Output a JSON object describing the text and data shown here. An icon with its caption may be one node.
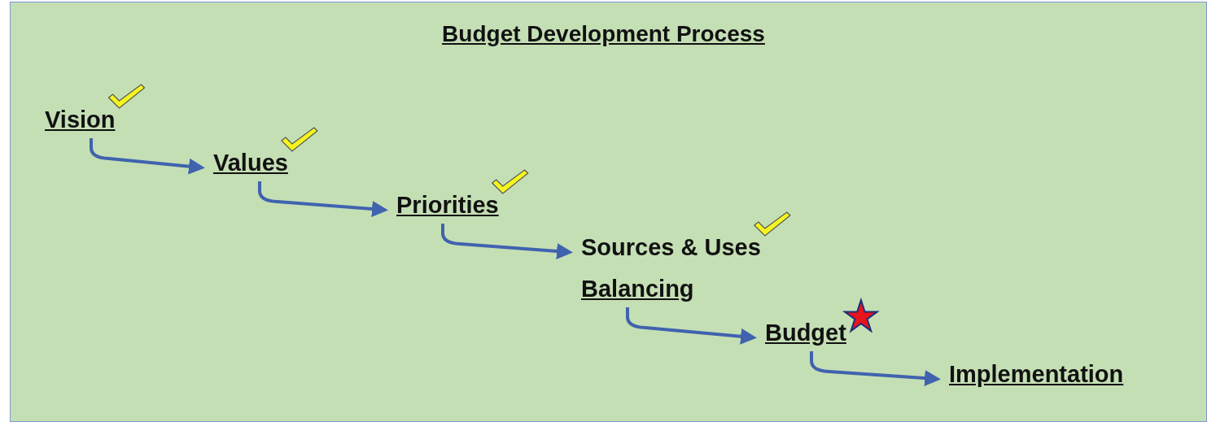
{
  "diagram": {
    "title": "Budget Development Process",
    "nodes": [
      {
        "text": [
          "Vision"
        ]
      },
      {
        "text": [
          "Values"
        ]
      },
      {
        "text": [
          "Priorities"
        ]
      },
      {
        "text": [
          "Sources & Uses",
          "Balancing"
        ]
      },
      {
        "text": [
          "Budget"
        ]
      },
      {
        "text": [
          "Implementation"
        ]
      }
    ],
    "edges": [
      {
        "from": 0,
        "to": 1,
        "arrow": "to"
      },
      {
        "from": 1,
        "to": 2,
        "arrow": "to"
      },
      {
        "from": 2,
        "to": 3,
        "arrow": "to"
      },
      {
        "from": 3,
        "to": 4,
        "arrow": "to"
      },
      {
        "from": 4,
        "to": 5,
        "arrow": "to"
      }
    ]
  }
}
